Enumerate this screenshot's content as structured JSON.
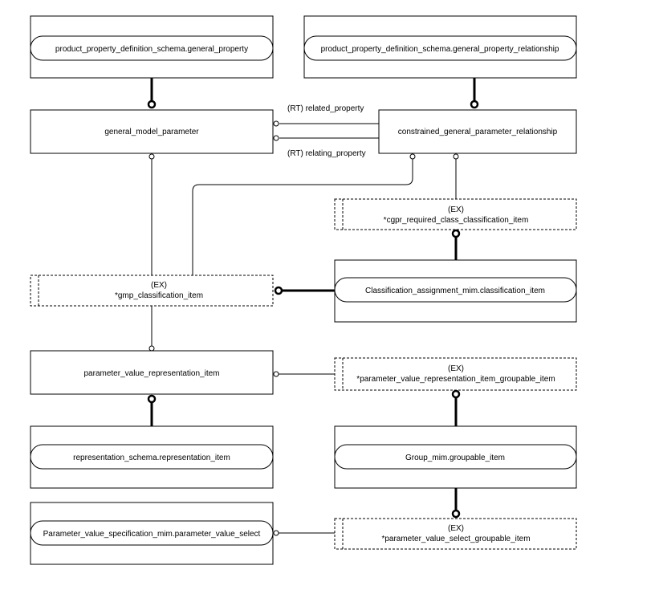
{
  "entities": {
    "gp_ref": "product_property_definition_schema.general_property",
    "gpr_ref": "product_property_definition_schema.general_property_relationship",
    "gmp": "general_model_parameter",
    "cgpr": "constrained_general_parameter_relationship",
    "cgpr_select": {
      "tag": "(EX)",
      "name": "*cgpr_required_class_classification_item"
    },
    "gmp_select": {
      "tag": "(EX)",
      "name": "*gmp_classification_item"
    },
    "classification_ref": "Classification_assignment_mim.classification_item",
    "pvri": "parameter_value_representation_item",
    "pvri_select": {
      "tag": "(EX)",
      "name": "*parameter_value_representation_item_groupable_item"
    },
    "rep_item_ref": "representation_schema.representation_item",
    "groupable_ref": "Group_mim.groupable_item",
    "pvs_ref": "Parameter_value_specification_mim.parameter_value_select",
    "pvs_select": {
      "tag": "(EX)",
      "name": "*parameter_value_select_groupable_item"
    }
  },
  "relationships": {
    "related_property": "(RT) related_property",
    "relating_property": "(RT) relating_property"
  },
  "line_color": "#000000"
}
